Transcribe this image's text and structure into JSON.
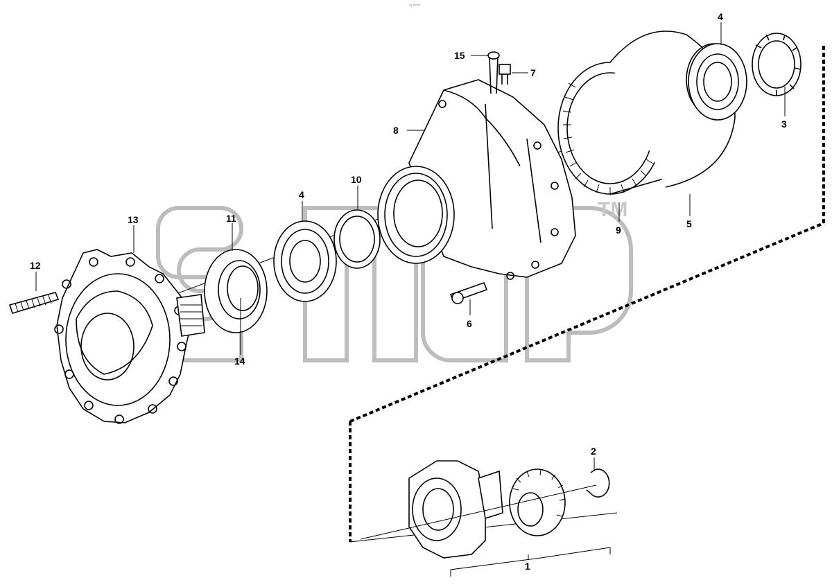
{
  "watermark": {
    "text": "TM"
  },
  "corner_mark": "ᵐᵢ ᵐᵐᵐ",
  "callouts": [
    {
      "id": "c1",
      "label": "1"
    },
    {
      "id": "c2",
      "label": "2"
    },
    {
      "id": "c3",
      "label": "3"
    },
    {
      "id": "c4a",
      "label": "4"
    },
    {
      "id": "c4b",
      "label": "4"
    },
    {
      "id": "c5",
      "label": "5"
    },
    {
      "id": "c6",
      "label": "6"
    },
    {
      "id": "c7",
      "label": "7"
    },
    {
      "id": "c8",
      "label": "8"
    },
    {
      "id": "c9",
      "label": "9"
    },
    {
      "id": "c10",
      "label": "10"
    },
    {
      "id": "c11",
      "label": "11"
    },
    {
      "id": "c12",
      "label": "12"
    },
    {
      "id": "c13",
      "label": "13"
    },
    {
      "id": "c14",
      "label": "14"
    },
    {
      "id": "c15",
      "label": "15"
    }
  ]
}
